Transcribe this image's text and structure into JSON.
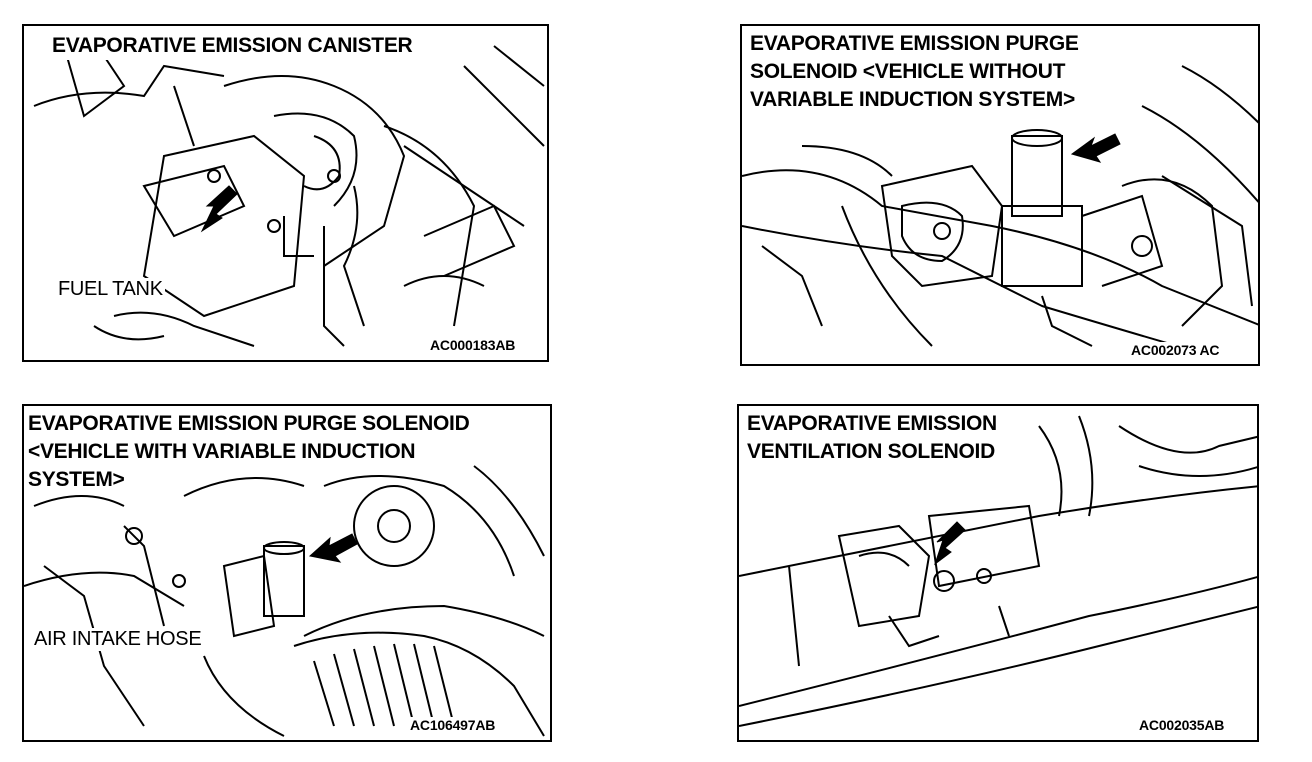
{
  "panels": {
    "canister": {
      "title": "EVAPORATIVE EMISSION CANISTER",
      "label": "FUEL TANK",
      "code": "AC000183AB"
    },
    "purge_without": {
      "title_lines": [
        "EVAPORATIVE EMISSION PURGE",
        "SOLENOID <VEHICLE WITHOUT",
        "VARIABLE INDUCTION SYSTEM>"
      ],
      "code": "AC002073 AC"
    },
    "purge_with": {
      "title_lines": [
        "EVAPORATIVE EMISSION PURGE SOLENOID",
        "<VEHICLE WITH VARIABLE INDUCTION",
        "SYSTEM>"
      ],
      "label": "AIR INTAKE HOSE",
      "code": "AC106497AB"
    },
    "ventilation": {
      "title_lines": [
        "EVAPORATIVE EMISSION",
        "VENTILATION SOLENOID"
      ],
      "code": "AC002035AB"
    }
  },
  "icons": [
    "arrow-pointer-icon"
  ]
}
